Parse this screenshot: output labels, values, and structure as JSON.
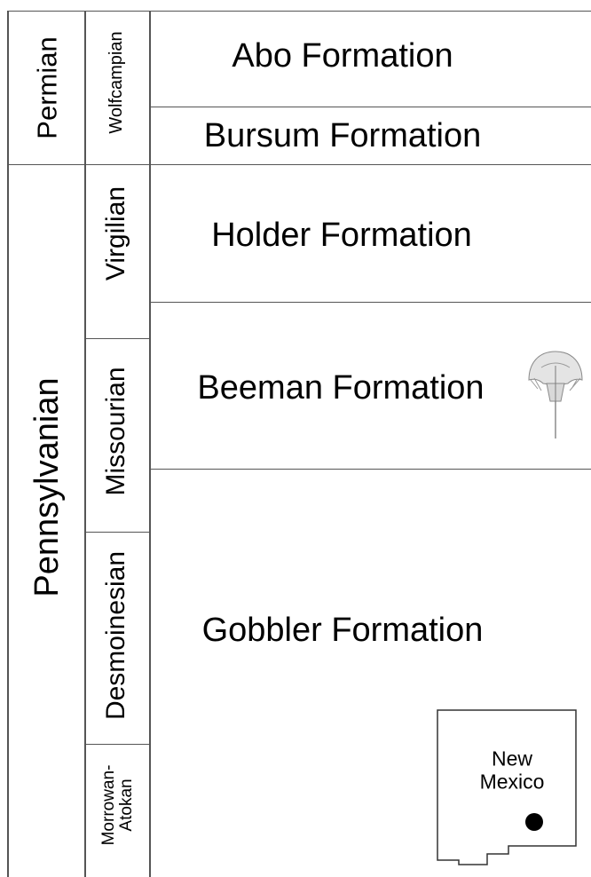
{
  "periods": [
    {
      "label": "Permian"
    },
    {
      "label": "Pennsylvanian"
    }
  ],
  "stages": [
    {
      "label": "Wolfcampian"
    },
    {
      "label": "Virgilian"
    },
    {
      "label": "Missourian"
    },
    {
      "label": "Desmoinesian"
    },
    {
      "label": "Morrowan-\nAtokan"
    }
  ],
  "formations": [
    {
      "label": "Abo Formation"
    },
    {
      "label": "Bursum Formation"
    },
    {
      "label": "Holder Formation"
    },
    {
      "label": "Beeman Formation"
    },
    {
      "label": "Gobbler Formation"
    }
  ],
  "map": {
    "label": "New\nMexico"
  },
  "fossil_icon": "horseshoe-crab-fossil"
}
